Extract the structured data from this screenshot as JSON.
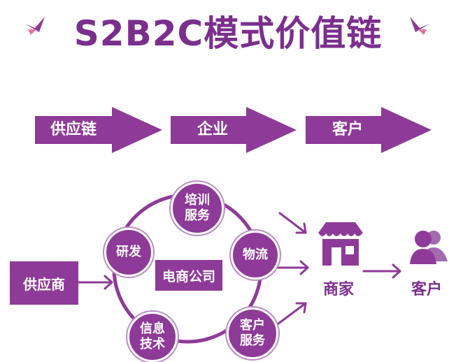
{
  "title": "S2B2C模式价值链",
  "colors": {
    "title": "#7b2f8d",
    "accent": "#8e3a98",
    "accent_light": "#b98bc4",
    "flair": "#e8709a"
  },
  "value_chain": [
    "供应链",
    "企业",
    "客户"
  ],
  "supplier": "供应商",
  "hub": "电商公司",
  "nodes": {
    "research": "研发",
    "training": "培训\n服务",
    "logistics": "物流",
    "customer_service": "客户\n服务",
    "info_tech": "信息\n技术"
  },
  "merchant": "商家",
  "customer": "客户",
  "icons": {
    "merchant": "storefront-icon",
    "customer": "users-icon"
  }
}
